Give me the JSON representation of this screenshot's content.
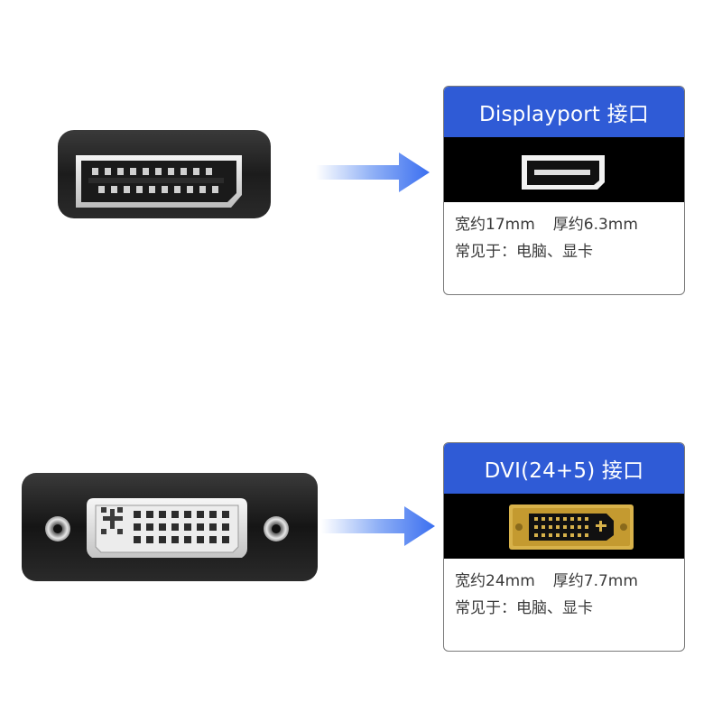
{
  "colors": {
    "header_blue": "#2f5bd6",
    "arrow_blue": "#3b6ff0",
    "band_black": "#000000",
    "card_border": "#7a7a7a",
    "text_gray": "#3a3a3a",
    "dvi_gold": "#d8b24a"
  },
  "displayport": {
    "title": "Displayport 接口",
    "width_text": "宽约17mm",
    "thickness_text": "厚约6.3mm",
    "usage_text": "常见于：电脑、显卡"
  },
  "dvi": {
    "title": "DVI(24+5) 接口",
    "width_text": "宽约24mm",
    "thickness_text": "厚约7.7mm",
    "usage_text": "常见于：电脑、显卡"
  },
  "icons": {
    "dp_product": "displayport-connector-icon",
    "dvi_product": "dvi-connector-icon",
    "arrow": "arrow-right-icon"
  }
}
